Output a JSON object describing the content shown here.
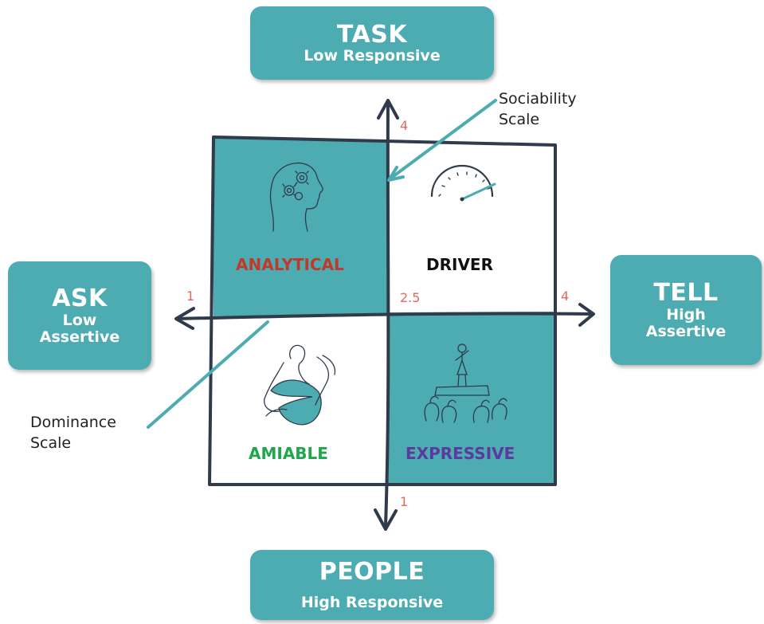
{
  "top_box": {
    "title": "TASK",
    "subtitle": "Low Responsive"
  },
  "bottom_box": {
    "title": "PEOPLE",
    "subtitle": "High Responsive"
  },
  "left_box": {
    "title": "ASK",
    "subtitle_line1": "Low",
    "subtitle_line2": "Assertive"
  },
  "right_box": {
    "title": "TELL",
    "subtitle_line1": "High",
    "subtitle_line2": "Assertive"
  },
  "quadrants": {
    "analytical": {
      "label": "ANALYTICAL",
      "color": "#c0392b",
      "fill": "#4dacb2",
      "icon": "head-with-gears-icon"
    },
    "driver": {
      "label": "DRIVER",
      "color": "#111111",
      "fill": "#ffffff",
      "icon": "speedometer-icon"
    },
    "amiable": {
      "label": "AMIABLE",
      "color": "#1fa74a",
      "fill": "#ffffff",
      "icon": "hugging-people-icon"
    },
    "expressive": {
      "label": "EXPRESSIVE",
      "color": "#5b3a9e",
      "fill": "#4dacb2",
      "icon": "speaker-on-stage-icon"
    }
  },
  "annotations": {
    "sociability": {
      "line1": "Sociability",
      "line2": "Scale"
    },
    "dominance": {
      "line1": "Dominance",
      "line2": "Scale"
    }
  },
  "scale_ticks": {
    "top": "4",
    "left": "1",
    "center": "2.5",
    "right": "4",
    "bottom": "1"
  },
  "colors": {
    "teal": "#4dacb2",
    "outline": "#2f3a4a",
    "tick": "#e06a5c"
  }
}
